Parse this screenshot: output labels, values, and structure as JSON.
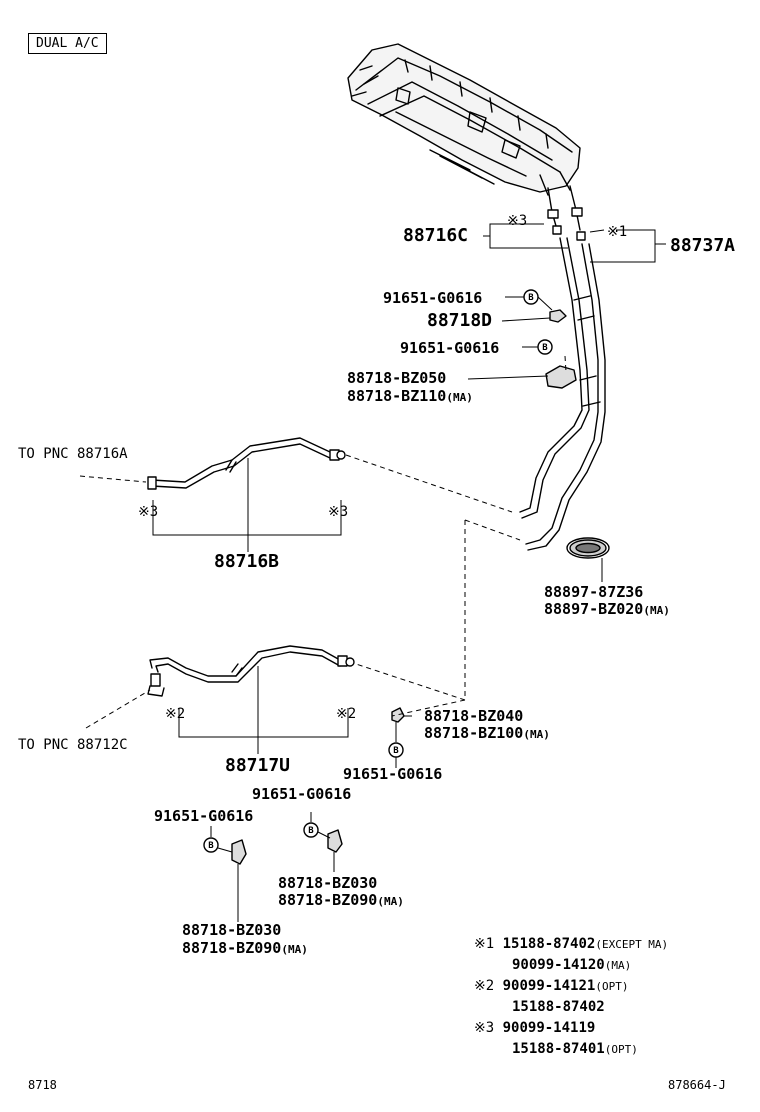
{
  "tag": "DUAL A/C",
  "refs": {
    "to_a": "TO PNC 88716A",
    "to_c": "TO PNC 88712C"
  },
  "parts": {
    "p88716c": "88716C",
    "p88737a": "88737A",
    "n3_top": "※3",
    "n1_top": "※1",
    "bolt1": "91651-G0616",
    "p88718d": "88718D",
    "bolt2": "91651-G0616",
    "clamp1": "88718-BZ050",
    "clamp1_alt": "88718-BZ110",
    "clamp1_alt_suffix": "(MA)",
    "p88716b": "88716B",
    "n3_left": "※3",
    "n3_right": "※3",
    "grommet": "88897-87Z36",
    "grommet_alt": "88897-BZ020",
    "grommet_alt_suffix": "(MA)",
    "clamp2": "88718-BZ040",
    "clamp2_alt": "88718-BZ100",
    "clamp2_alt_suffix": "(MA)",
    "n2_left": "※2",
    "n2_right": "※2",
    "p88717u": "88717U",
    "bolt3": "91651-G0616",
    "bolt4": "91651-G0616",
    "bolt5": "91651-G0616",
    "clamp3": "88718-BZ030",
    "clamp3_alt": "88718-BZ090",
    "clamp3_alt_suffix": "(MA)",
    "clamp4": "88718-BZ030",
    "clamp4_alt": "88718-BZ090",
    "clamp4_alt_suffix": "(MA)"
  },
  "notes": [
    {
      "mark": "※1",
      "part": "15188-87402",
      "suffix": "(EXCEPT MA)"
    },
    {
      "mark": "",
      "part": "90099-14120",
      "suffix": "(MA)"
    },
    {
      "mark": "※2",
      "part": "90099-14121",
      "suffix": "(OPT)"
    },
    {
      "mark": "",
      "part": "15188-87402",
      "suffix": ""
    },
    {
      "mark": "※3",
      "part": "90099-14119",
      "suffix": ""
    },
    {
      "mark": "",
      "part": "15188-87401",
      "suffix": "(OPT)"
    }
  ],
  "footer": {
    "left": "8718",
    "right": "878664-J"
  }
}
